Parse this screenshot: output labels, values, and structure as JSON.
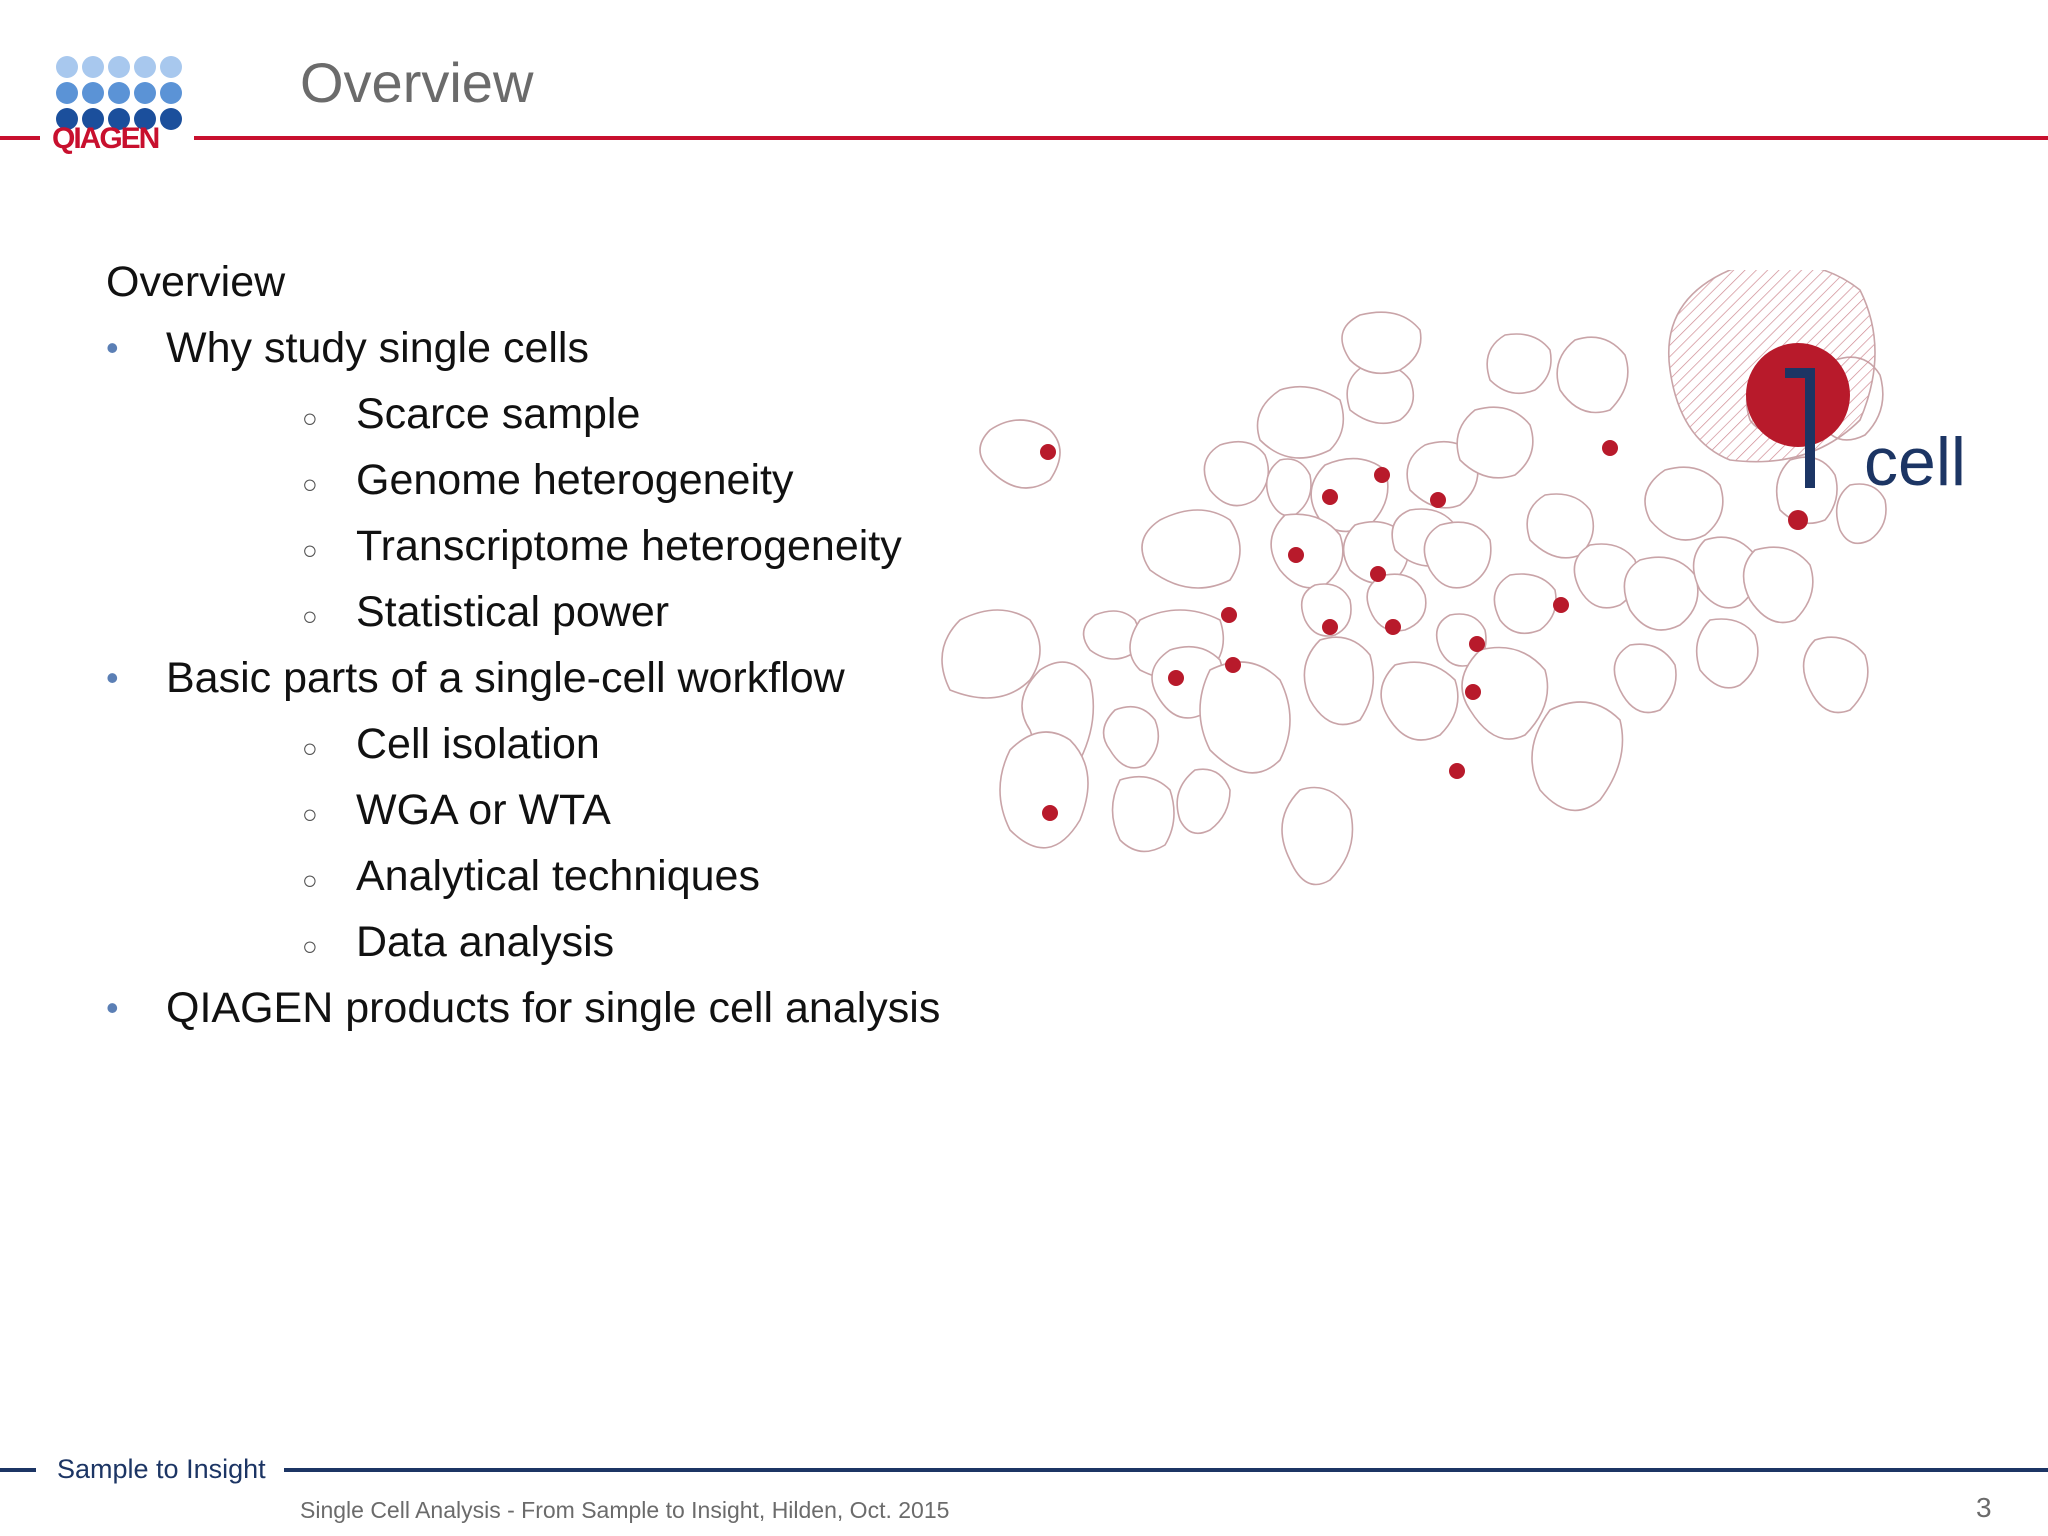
{
  "colors": {
    "accent_red": "#c8102e",
    "navy": "#1c3564",
    "dot_light": "#a8c8ee",
    "dot_mid": "#5b93d6",
    "dot_dark": "#1b4f9c",
    "bullet_blue": "#5b7fb5",
    "cell_outline": "#c9a4a8",
    "nucleus": "#b81a2b"
  },
  "logo": {
    "text": "QIAGEN"
  },
  "header": {
    "title": "Overview"
  },
  "content": {
    "heading": "Overview",
    "sections": [
      {
        "label": "Why study single cells",
        "items": [
          "Scarce sample",
          "Genome heterogeneity",
          "Transcriptome heterogeneity",
          "Statistical power"
        ]
      },
      {
        "label": "Basic parts of a single-cell workflow",
        "items": [
          "Cell isolation",
          "WGA or WTA",
          "Analytical techniques",
          "Data analysis"
        ]
      },
      {
        "label": "QIAGEN products for single cell analysis",
        "items": []
      }
    ]
  },
  "illustration": {
    "number": "1",
    "word": "cell"
  },
  "footer": {
    "tagline": "Sample to Insight",
    "text": "Single Cell Analysis - From Sample to Insight, Hilden, Oct. 2015",
    "page_number": "3"
  }
}
